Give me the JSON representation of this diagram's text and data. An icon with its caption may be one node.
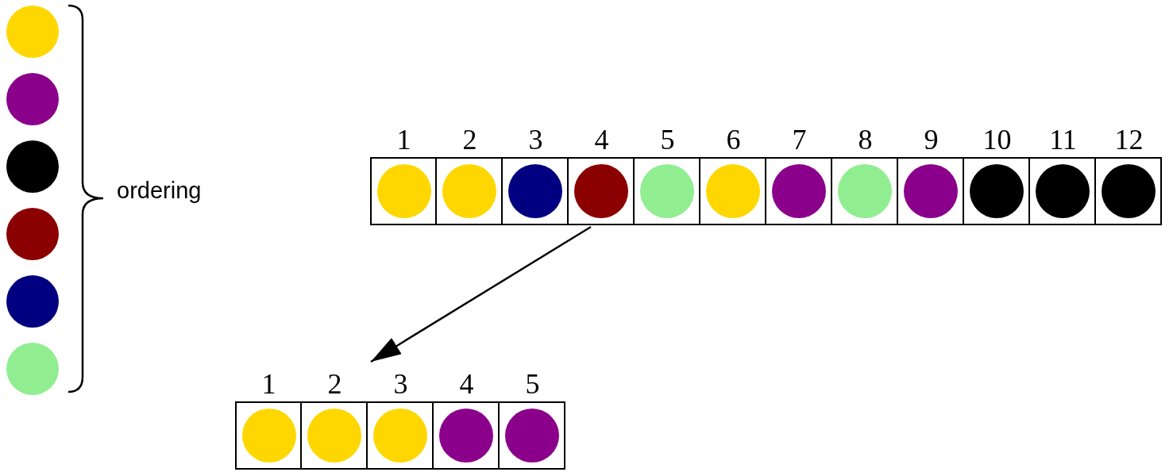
{
  "diagram": {
    "nodes": [
      {
        "text": [],
        "shape": "circle"
      },
      {
        "text": [],
        "shape": "circle"
      },
      {
        "text": [],
        "shape": "circle"
      },
      {
        "text": [],
        "shape": "circle"
      },
      {
        "text": [],
        "shape": "circle"
      },
      {
        "text": [],
        "shape": "circle"
      },
      {
        "text": [],
        "shape": "bar"
      },
      {
        "text": [
          "1"
        ],
        "in": 6
      },
      {
        "text": [
          "2"
        ],
        "in": 6
      },
      {
        "text": [
          "3"
        ],
        "in": 6
      },
      {
        "text": [
          "4"
        ],
        "in": 6
      },
      {
        "text": [
          "5"
        ],
        "in": 6
      },
      {
        "text": [
          "6"
        ],
        "in": 6
      },
      {
        "text": [
          "7"
        ],
        "in": 6
      },
      {
        "text": [
          "8"
        ],
        "in": 6
      },
      {
        "text": [
          "9"
        ],
        "in": 6
      },
      {
        "text": [
          "10"
        ],
        "in": 6
      },
      {
        "text": [
          "11"
        ],
        "in": 6
      },
      {
        "text": [
          "12"
        ],
        "in": 6
      },
      {
        "text": [],
        "shape": "circle",
        "in": 7
      },
      {
        "text": [],
        "shape": "circle",
        "in": 8
      },
      {
        "text": [],
        "shape": "circle",
        "in": 9
      },
      {
        "text": [],
        "shape": "circle",
        "in": 10
      },
      {
        "text": [],
        "shape": "circle",
        "in": 11
      },
      {
        "text": [],
        "shape": "circle",
        "in": 12
      },
      {
        "text": [],
        "shape": "circle",
        "in": 13
      },
      {
        "text": [],
        "shape": "circle",
        "in": 14
      },
      {
        "text": [],
        "shape": "circle",
        "in": 15
      },
      {
        "text": [],
        "shape": "circle",
        "in": 16
      },
      {
        "text": [],
        "shape": "circle",
        "in": 17
      },
      {
        "text": [],
        "shape": "circle",
        "in": 18
      },
      {
        "text": [],
        "shape": "bar"
      },
      {
        "text": [
          "1"
        ],
        "in": 31
      },
      {
        "text": [
          "2"
        ],
        "in": 31
      },
      {
        "text": [
          "3"
        ],
        "in": 31
      },
      {
        "text": [
          "4"
        ],
        "in": 31
      },
      {
        "text": [
          "5"
        ],
        "in": 31
      },
      {
        "text": [],
        "shape": "circle",
        "in": 32
      },
      {
        "text": [],
        "shape": "circle",
        "in": 33
      },
      {
        "text": [],
        "shape": "circle",
        "in": 34
      },
      {
        "text": [],
        "shape": "circle",
        "in": 35
      },
      {
        "text": [],
        "shape": "circle",
        "in": 36
      }
    ],
    "edges": [
      {
        "from": 6,
        "to": 31,
        "arrow": "to"
      }
    ],
    "labels": [
      "ordering"
    ]
  }
}
